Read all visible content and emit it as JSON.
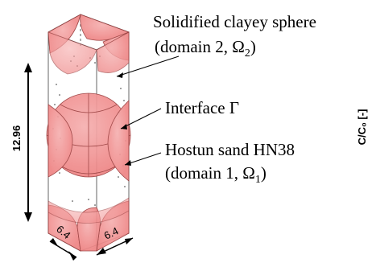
{
  "colors": {
    "sphere_fill": "#f08a8a",
    "sphere_stroke": "#9a3b3b",
    "box_stroke": "#555555",
    "text": "#000000"
  },
  "labels": {
    "clayey_line1": "Solidified clayey sphere",
    "clayey_line2_prefix": "(domain 2, ",
    "clayey_line2_omega": "Ω",
    "clayey_line2_sub": "2",
    "clayey_line2_suffix": ")",
    "interface": "Interface Γ",
    "sand_line1": "Hostun sand HN38",
    "sand_line2_prefix": "(domain 1, ",
    "sand_line2_omega": "Ω",
    "sand_line2_sub": "1",
    "sand_line2_suffix": ")",
    "axis_right": "C/C₀ [-]"
  },
  "dimensions": {
    "height": "12.96",
    "depth": "6.4",
    "width": "6.4"
  }
}
